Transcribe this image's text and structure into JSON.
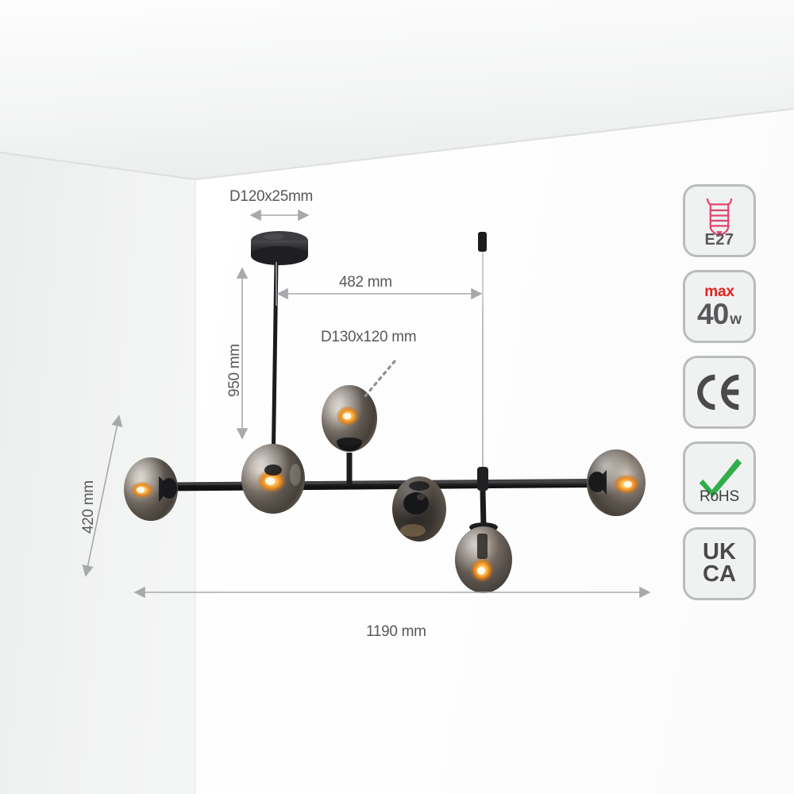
{
  "scene": {
    "title": "Pendant chandelier dimension diagram",
    "background_color": "#ffffff",
    "ceiling_color": "#f6f7f7",
    "left_wall_color": "#f2f3f3",
    "right_wall_color": "#ffffff",
    "corner_line_color": "#e2e3e4"
  },
  "dimensions": {
    "canopy": {
      "label": "D120x25mm",
      "arrow": "double-horizontal"
    },
    "drop_width": {
      "label": "482 mm",
      "arrow": "double-horizontal"
    },
    "globe": {
      "label": "D130x120 mm",
      "arrow": "dotted-leader"
    },
    "height": {
      "label": "950 mm",
      "arrow": "double-vertical",
      "orientation": "rotated-90"
    },
    "depth": {
      "label": "420 mm",
      "arrow": "double-diagonal",
      "orientation": "rotated-90"
    },
    "width": {
      "label": "1190 mm",
      "arrow": "double-horizontal"
    }
  },
  "badges": [
    {
      "id": "e27",
      "icon": "lamp-base-icon",
      "label": "E27",
      "accent": "#e2456b",
      "text_color": "#58585b"
    },
    {
      "id": "max-wattage",
      "icon": "wattage-icon",
      "label_top": "max",
      "label_value": "40",
      "label_unit": "w",
      "accent": "#e2231f"
    },
    {
      "id": "ce",
      "icon": "ce-mark-icon",
      "label": "CE",
      "accent": "#4a4a4a"
    },
    {
      "id": "rohs",
      "icon": "check-mark-icon",
      "label": "RoHS",
      "accent": "#2fae4a",
      "text_color": "#3f3f3f"
    },
    {
      "id": "ukca",
      "icon": "ukca-mark-icon",
      "label_line1": "UK",
      "label_line2": "CA",
      "accent": "#4a4a4a"
    }
  ],
  "fixture": {
    "name": "6-light smoked glass globe linear pendant",
    "bar_color": "#1d1d1f",
    "globe_count": 6,
    "glass_finish": "smoked",
    "filament_color": "#ffae42"
  }
}
